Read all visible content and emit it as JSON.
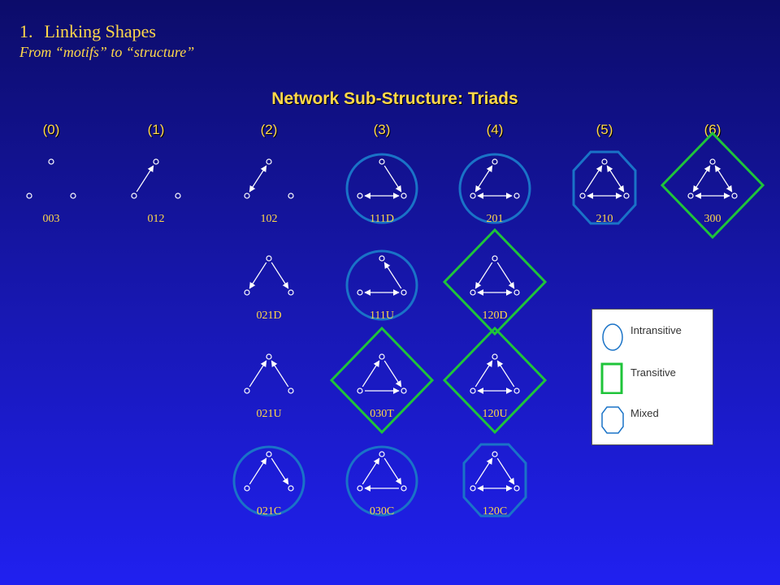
{
  "heading": {
    "number": "1.",
    "title": "Linking Shapes",
    "subtitle": "From “motifs” to “structure”"
  },
  "title": "Network Sub-Structure: Triads",
  "columns": [
    "(0)",
    "(1)",
    "(2)",
    "(3)",
    "(4)",
    "(5)",
    "(6)"
  ],
  "colors": {
    "background_top": "#0c0c6a",
    "background_bottom": "#2020f0",
    "label": "#ffd84a",
    "node": "#ffffff",
    "intransitive_border": "#1a73c7",
    "transitive_border": "#1fc43a",
    "mixed_border": "#1a73c7"
  },
  "triads": [
    {
      "code": "003",
      "col": 0,
      "row": 0,
      "shape": "none",
      "edges": []
    },
    {
      "code": "012",
      "col": 1,
      "row": 0,
      "shape": "none",
      "edges": [
        [
          "L",
          "T"
        ]
      ]
    },
    {
      "code": "102",
      "col": 2,
      "row": 0,
      "shape": "none",
      "edges": [
        [
          "L",
          "T"
        ],
        [
          "T",
          "L"
        ]
      ]
    },
    {
      "code": "111D",
      "col": 3,
      "row": 0,
      "shape": "ellipse",
      "edges": [
        [
          "L",
          "R"
        ],
        [
          "R",
          "L"
        ],
        [
          "T",
          "R"
        ]
      ]
    },
    {
      "code": "201",
      "col": 4,
      "row": 0,
      "shape": "ellipse",
      "edges": [
        [
          "L",
          "T"
        ],
        [
          "T",
          "L"
        ],
        [
          "L",
          "R"
        ],
        [
          "R",
          "L"
        ]
      ]
    },
    {
      "code": "210",
      "col": 5,
      "row": 0,
      "shape": "octagon",
      "edges": [
        [
          "L",
          "T"
        ],
        [
          "T",
          "R"
        ],
        [
          "R",
          "T"
        ],
        [
          "L",
          "R"
        ],
        [
          "R",
          "L"
        ]
      ]
    },
    {
      "code": "300",
      "col": 6,
      "row": 0,
      "shape": "diamond",
      "edges": [
        [
          "L",
          "T"
        ],
        [
          "T",
          "L"
        ],
        [
          "T",
          "R"
        ],
        [
          "R",
          "T"
        ],
        [
          "L",
          "R"
        ],
        [
          "R",
          "L"
        ]
      ]
    },
    {
      "code": "021D",
      "col": 2,
      "row": 1,
      "shape": "none",
      "edges": [
        [
          "T",
          "L"
        ],
        [
          "T",
          "R"
        ]
      ]
    },
    {
      "code": "111U",
      "col": 3,
      "row": 1,
      "shape": "ellipse",
      "edges": [
        [
          "L",
          "R"
        ],
        [
          "R",
          "L"
        ],
        [
          "R",
          "T"
        ]
      ]
    },
    {
      "code": "120D",
      "col": 4,
      "row": 1,
      "shape": "diamond",
      "edges": [
        [
          "T",
          "L"
        ],
        [
          "T",
          "R"
        ],
        [
          "L",
          "R"
        ],
        [
          "R",
          "L"
        ]
      ]
    },
    {
      "code": "021U",
      "col": 2,
      "row": 2,
      "shape": "none",
      "edges": [
        [
          "L",
          "T"
        ],
        [
          "R",
          "T"
        ]
      ]
    },
    {
      "code": "030T",
      "col": 3,
      "row": 2,
      "shape": "diamond",
      "edges": [
        [
          "L",
          "T"
        ],
        [
          "T",
          "R"
        ],
        [
          "L",
          "R"
        ]
      ]
    },
    {
      "code": "120U",
      "col": 4,
      "row": 2,
      "shape": "diamond",
      "edges": [
        [
          "L",
          "T"
        ],
        [
          "R",
          "T"
        ],
        [
          "L",
          "R"
        ],
        [
          "R",
          "L"
        ]
      ]
    },
    {
      "code": "021C",
      "col": 2,
      "row": 3,
      "shape": "ellipse",
      "edges": [
        [
          "L",
          "T"
        ],
        [
          "T",
          "R"
        ]
      ]
    },
    {
      "code": "030C",
      "col": 3,
      "row": 3,
      "shape": "ellipse",
      "edges": [
        [
          "L",
          "T"
        ],
        [
          "T",
          "R"
        ],
        [
          "R",
          "L"
        ]
      ]
    },
    {
      "code": "120C",
      "col": 4,
      "row": 3,
      "shape": "octagon",
      "edges": [
        [
          "L",
          "T"
        ],
        [
          "T",
          "R"
        ],
        [
          "L",
          "R"
        ],
        [
          "R",
          "L"
        ]
      ]
    }
  ],
  "legend": [
    {
      "label": "Intransitive",
      "shape": "ellipse"
    },
    {
      "label": "Transitive",
      "shape": "rect"
    },
    {
      "label": "Mixed",
      "shape": "octagon"
    }
  ]
}
